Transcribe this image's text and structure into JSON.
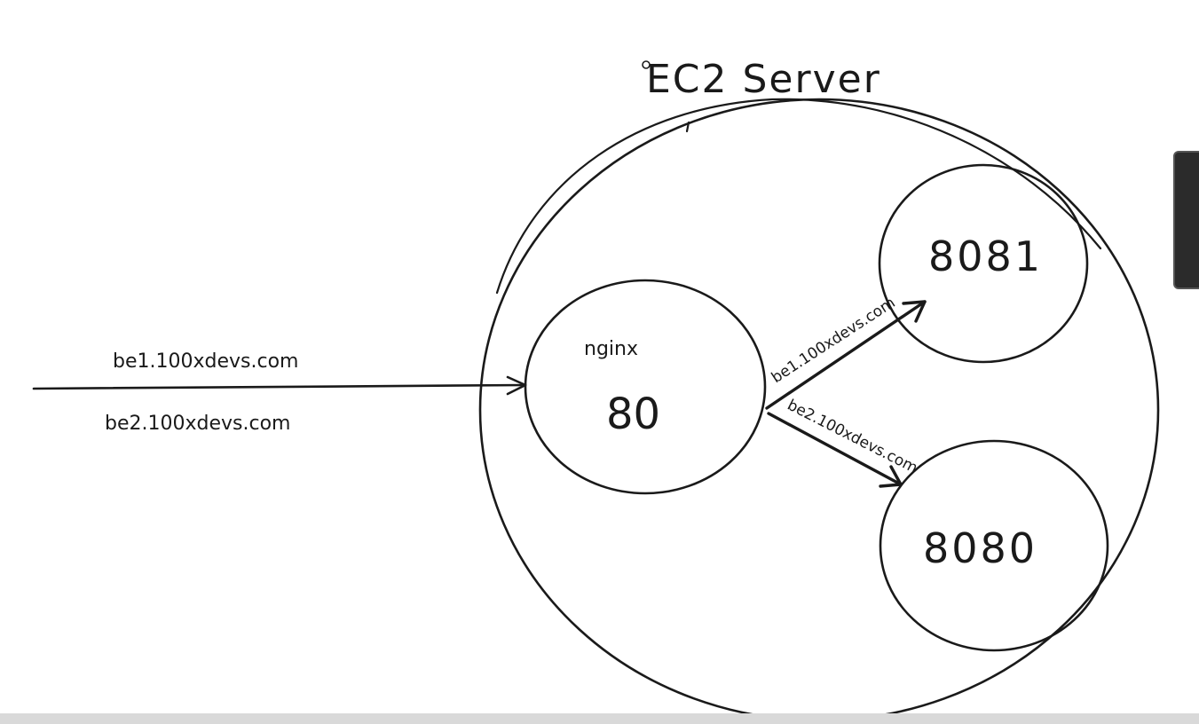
{
  "diagram": {
    "title": "EC2 Server",
    "nginx_label": "nginx",
    "nginx_port": "80",
    "backend_top_port": "8081",
    "backend_bottom_port": "8080",
    "incoming_labels": [
      "be1.100xdevs.com",
      "be2.100xdevs.com"
    ],
    "route_top_label": "be1.100xdevs.com",
    "route_bottom_label": "be2.100xdevs.com"
  },
  "colors": {
    "ink": "#1a1a1a",
    "background": "#ffffff"
  }
}
